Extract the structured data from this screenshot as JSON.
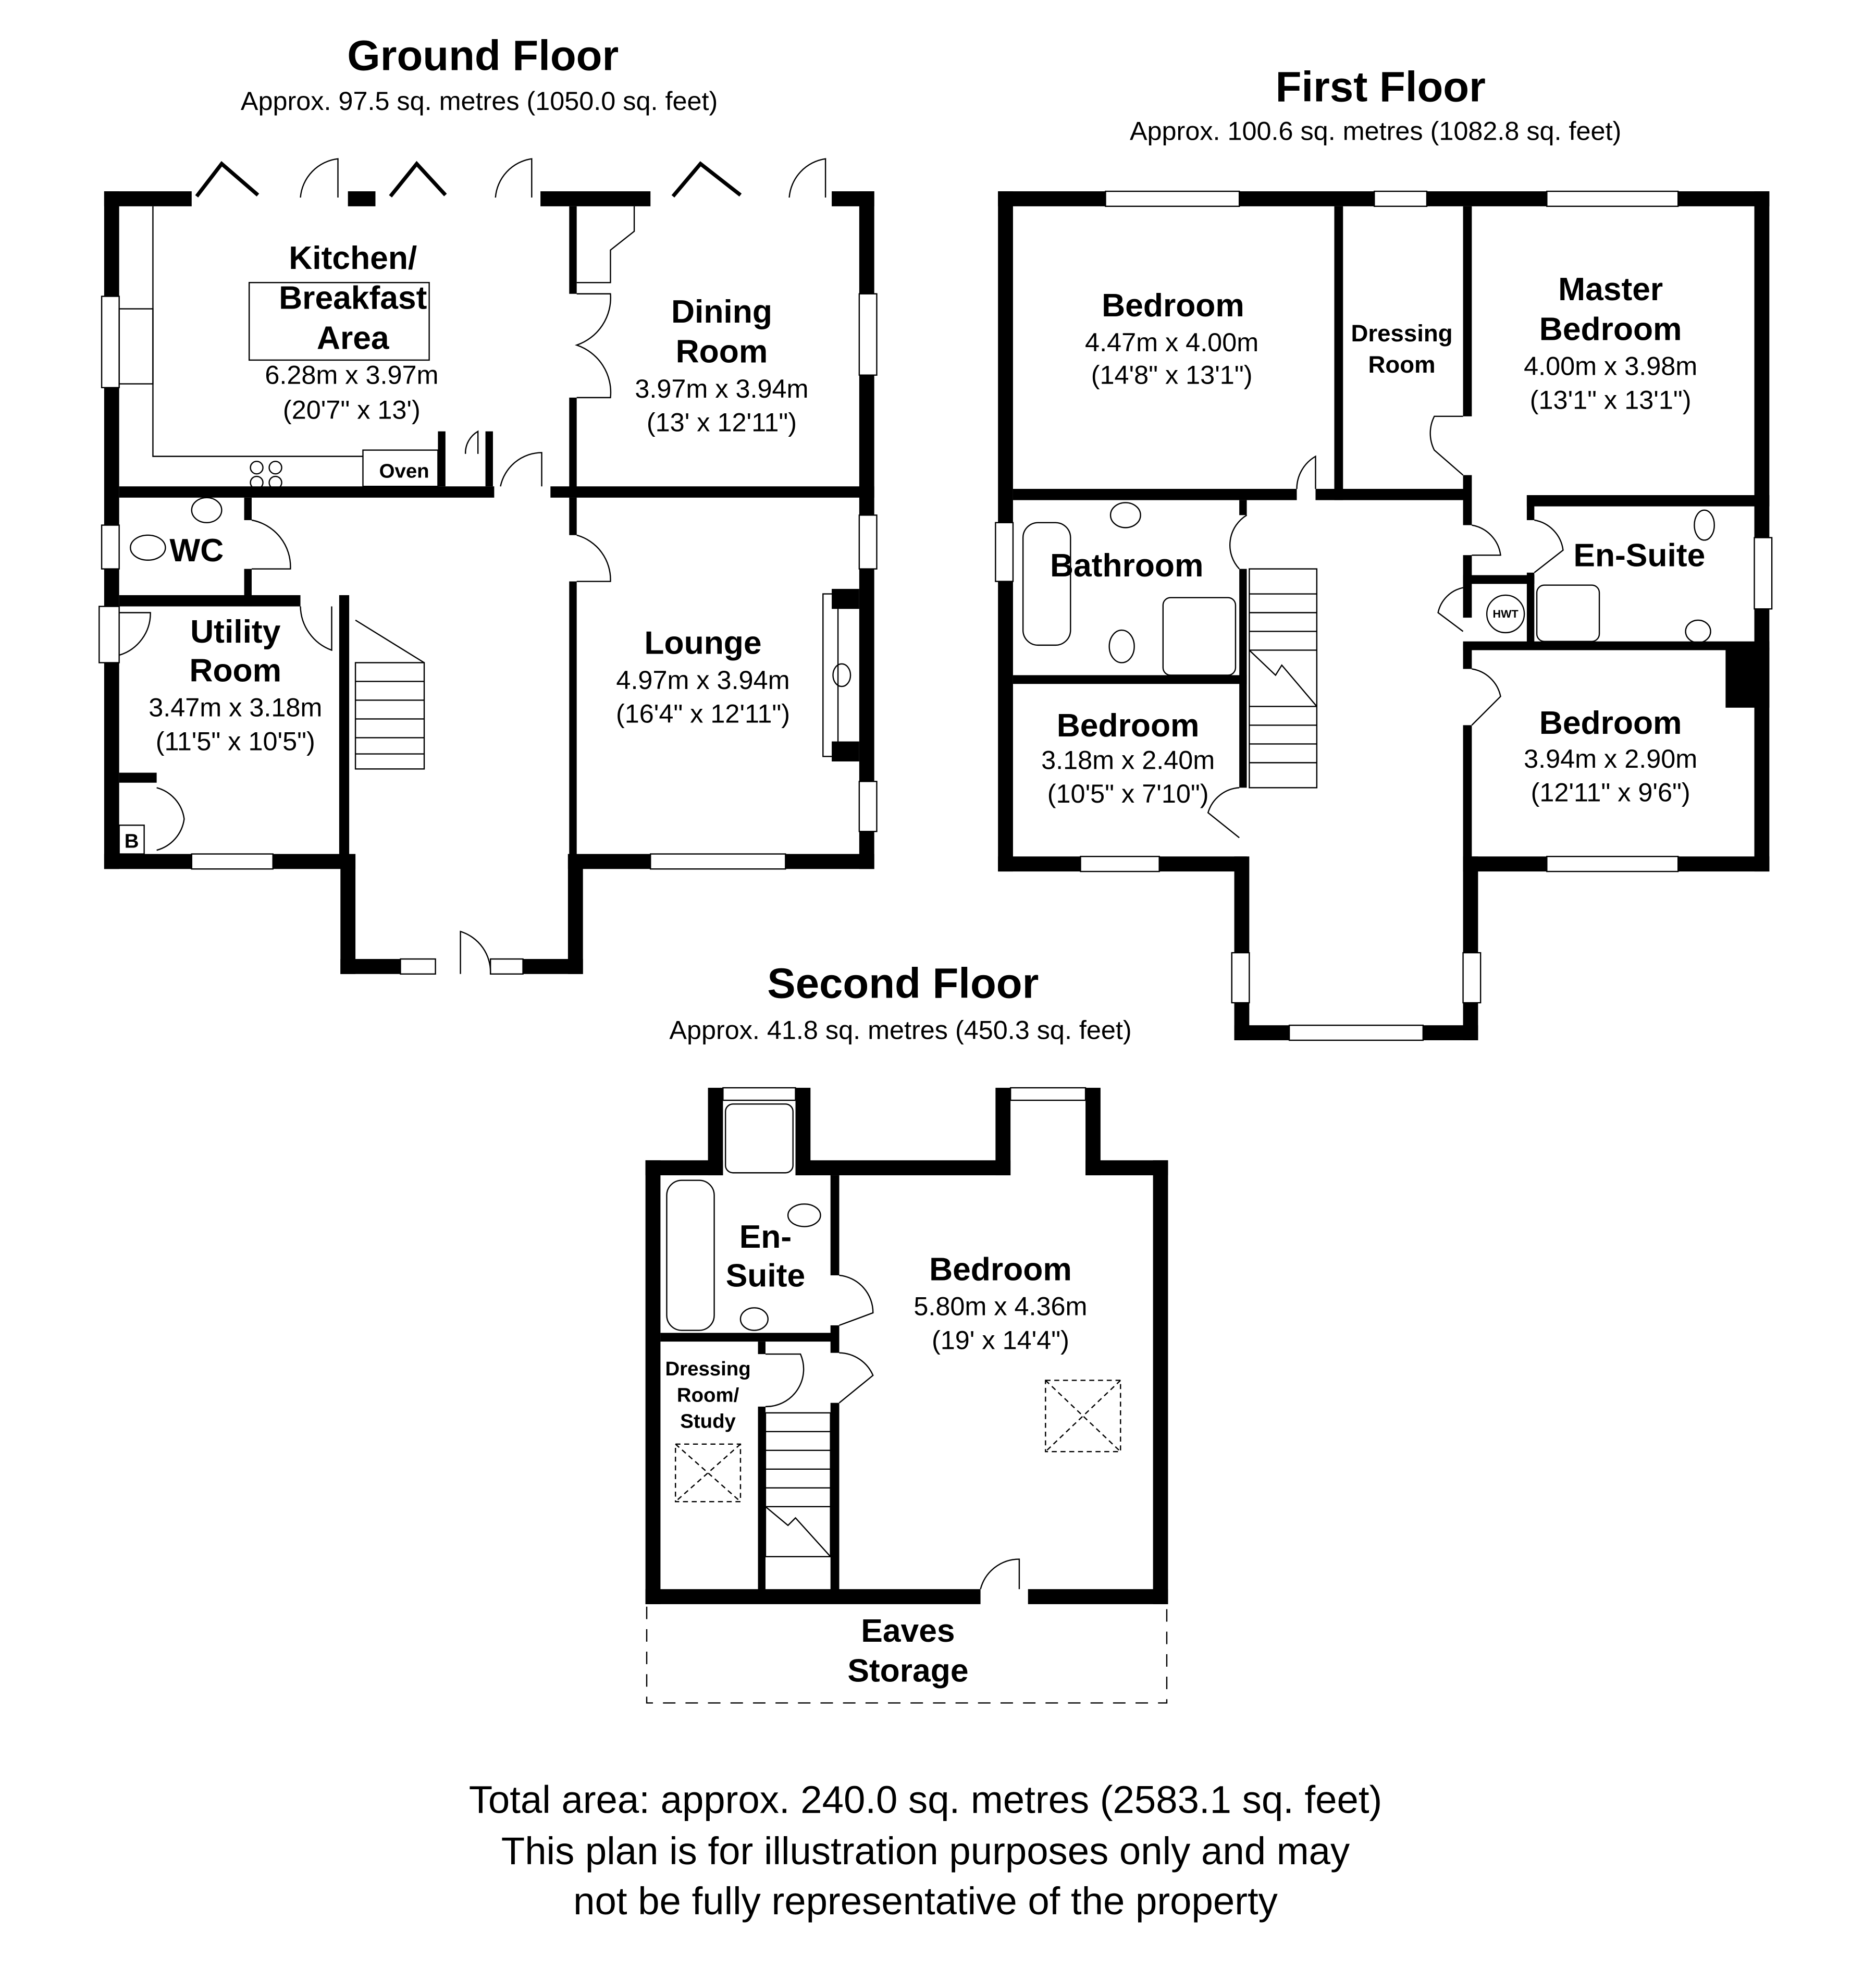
{
  "floors": {
    "ground": {
      "title": "Ground Floor",
      "area": "Approx.  97.5 sq. metres (1050.0 sq. feet)",
      "rooms": {
        "kitchen": {
          "name_line1": "Kitchen/",
          "name_line2": "Breakfast",
          "name_line3": "Area",
          "dim_m": "6.28m x 3.97m",
          "dim_ft": "(20'7\" x 13')"
        },
        "dining": {
          "name_line1": "Dining",
          "name_line2": "Room",
          "dim_m": "3.97m x 3.94m",
          "dim_ft": "(13' x 12'11\")"
        },
        "wc": {
          "name": "WC"
        },
        "utility": {
          "name_line1": "Utility",
          "name_line2": "Room",
          "dim_m": "3.47m x 3.18m",
          "dim_ft": "(11'5\" x 10'5\")"
        },
        "lounge": {
          "name": "Lounge",
          "dim_m": "4.97m x 3.94m",
          "dim_ft": "(16'4\" x 12'11\")"
        }
      },
      "fixtures": {
        "oven": "Oven",
        "boiler": "B"
      }
    },
    "first": {
      "title": "First Floor",
      "area": "Approx. 100.6 sq. metres (1082.8 sq. feet)",
      "rooms": {
        "bedroom_front_left": {
          "name": "Bedroom",
          "dim_m": "4.47m x 4.00m",
          "dim_ft": "(14'8\" x 13'1\")"
        },
        "dressing": {
          "name_line1": "Dressing",
          "name_line2": "Room"
        },
        "master": {
          "name_line1": "Master",
          "name_line2": "Bedroom",
          "dim_m": "4.00m x 3.98m",
          "dim_ft": "(13'1\" x 13'1\")"
        },
        "bathroom": {
          "name": "Bathroom"
        },
        "ensuite": {
          "name": "En-Suite"
        },
        "bedroom_rear_left": {
          "name": "Bedroom",
          "dim_m": "3.18m x 2.40m",
          "dim_ft": "(10'5\" x 7'10\")"
        },
        "bedroom_rear_right": {
          "name": "Bedroom",
          "dim_m": "3.94m x 2.90m",
          "dim_ft": "(12'11\" x 9'6\")"
        }
      },
      "fixtures": {
        "hwt": "HWT"
      }
    },
    "second": {
      "title": "Second Floor",
      "area": "Approx.  41.8 sq. metres (450.3 sq. feet)",
      "rooms": {
        "ensuite": {
          "name_line1": "En-",
          "name_line2": "Suite"
        },
        "dressing_study": {
          "name_line1": "Dressing",
          "name_line2": "Room/",
          "name_line3": "Study"
        },
        "bedroom": {
          "name": "Bedroom",
          "dim_m": "5.80m x 4.36m",
          "dim_ft": "(19' x 14'4\")"
        },
        "eaves": {
          "name_line1": "Eaves",
          "name_line2": "Storage"
        }
      }
    }
  },
  "footer": {
    "total": "Total area: approx. 240.0 sq. metres (2583.1 sq. feet)",
    "disclaimer_line1": "This plan is for illustration purposes only and may",
    "disclaimer_line2": "not be fully representative of the property"
  }
}
